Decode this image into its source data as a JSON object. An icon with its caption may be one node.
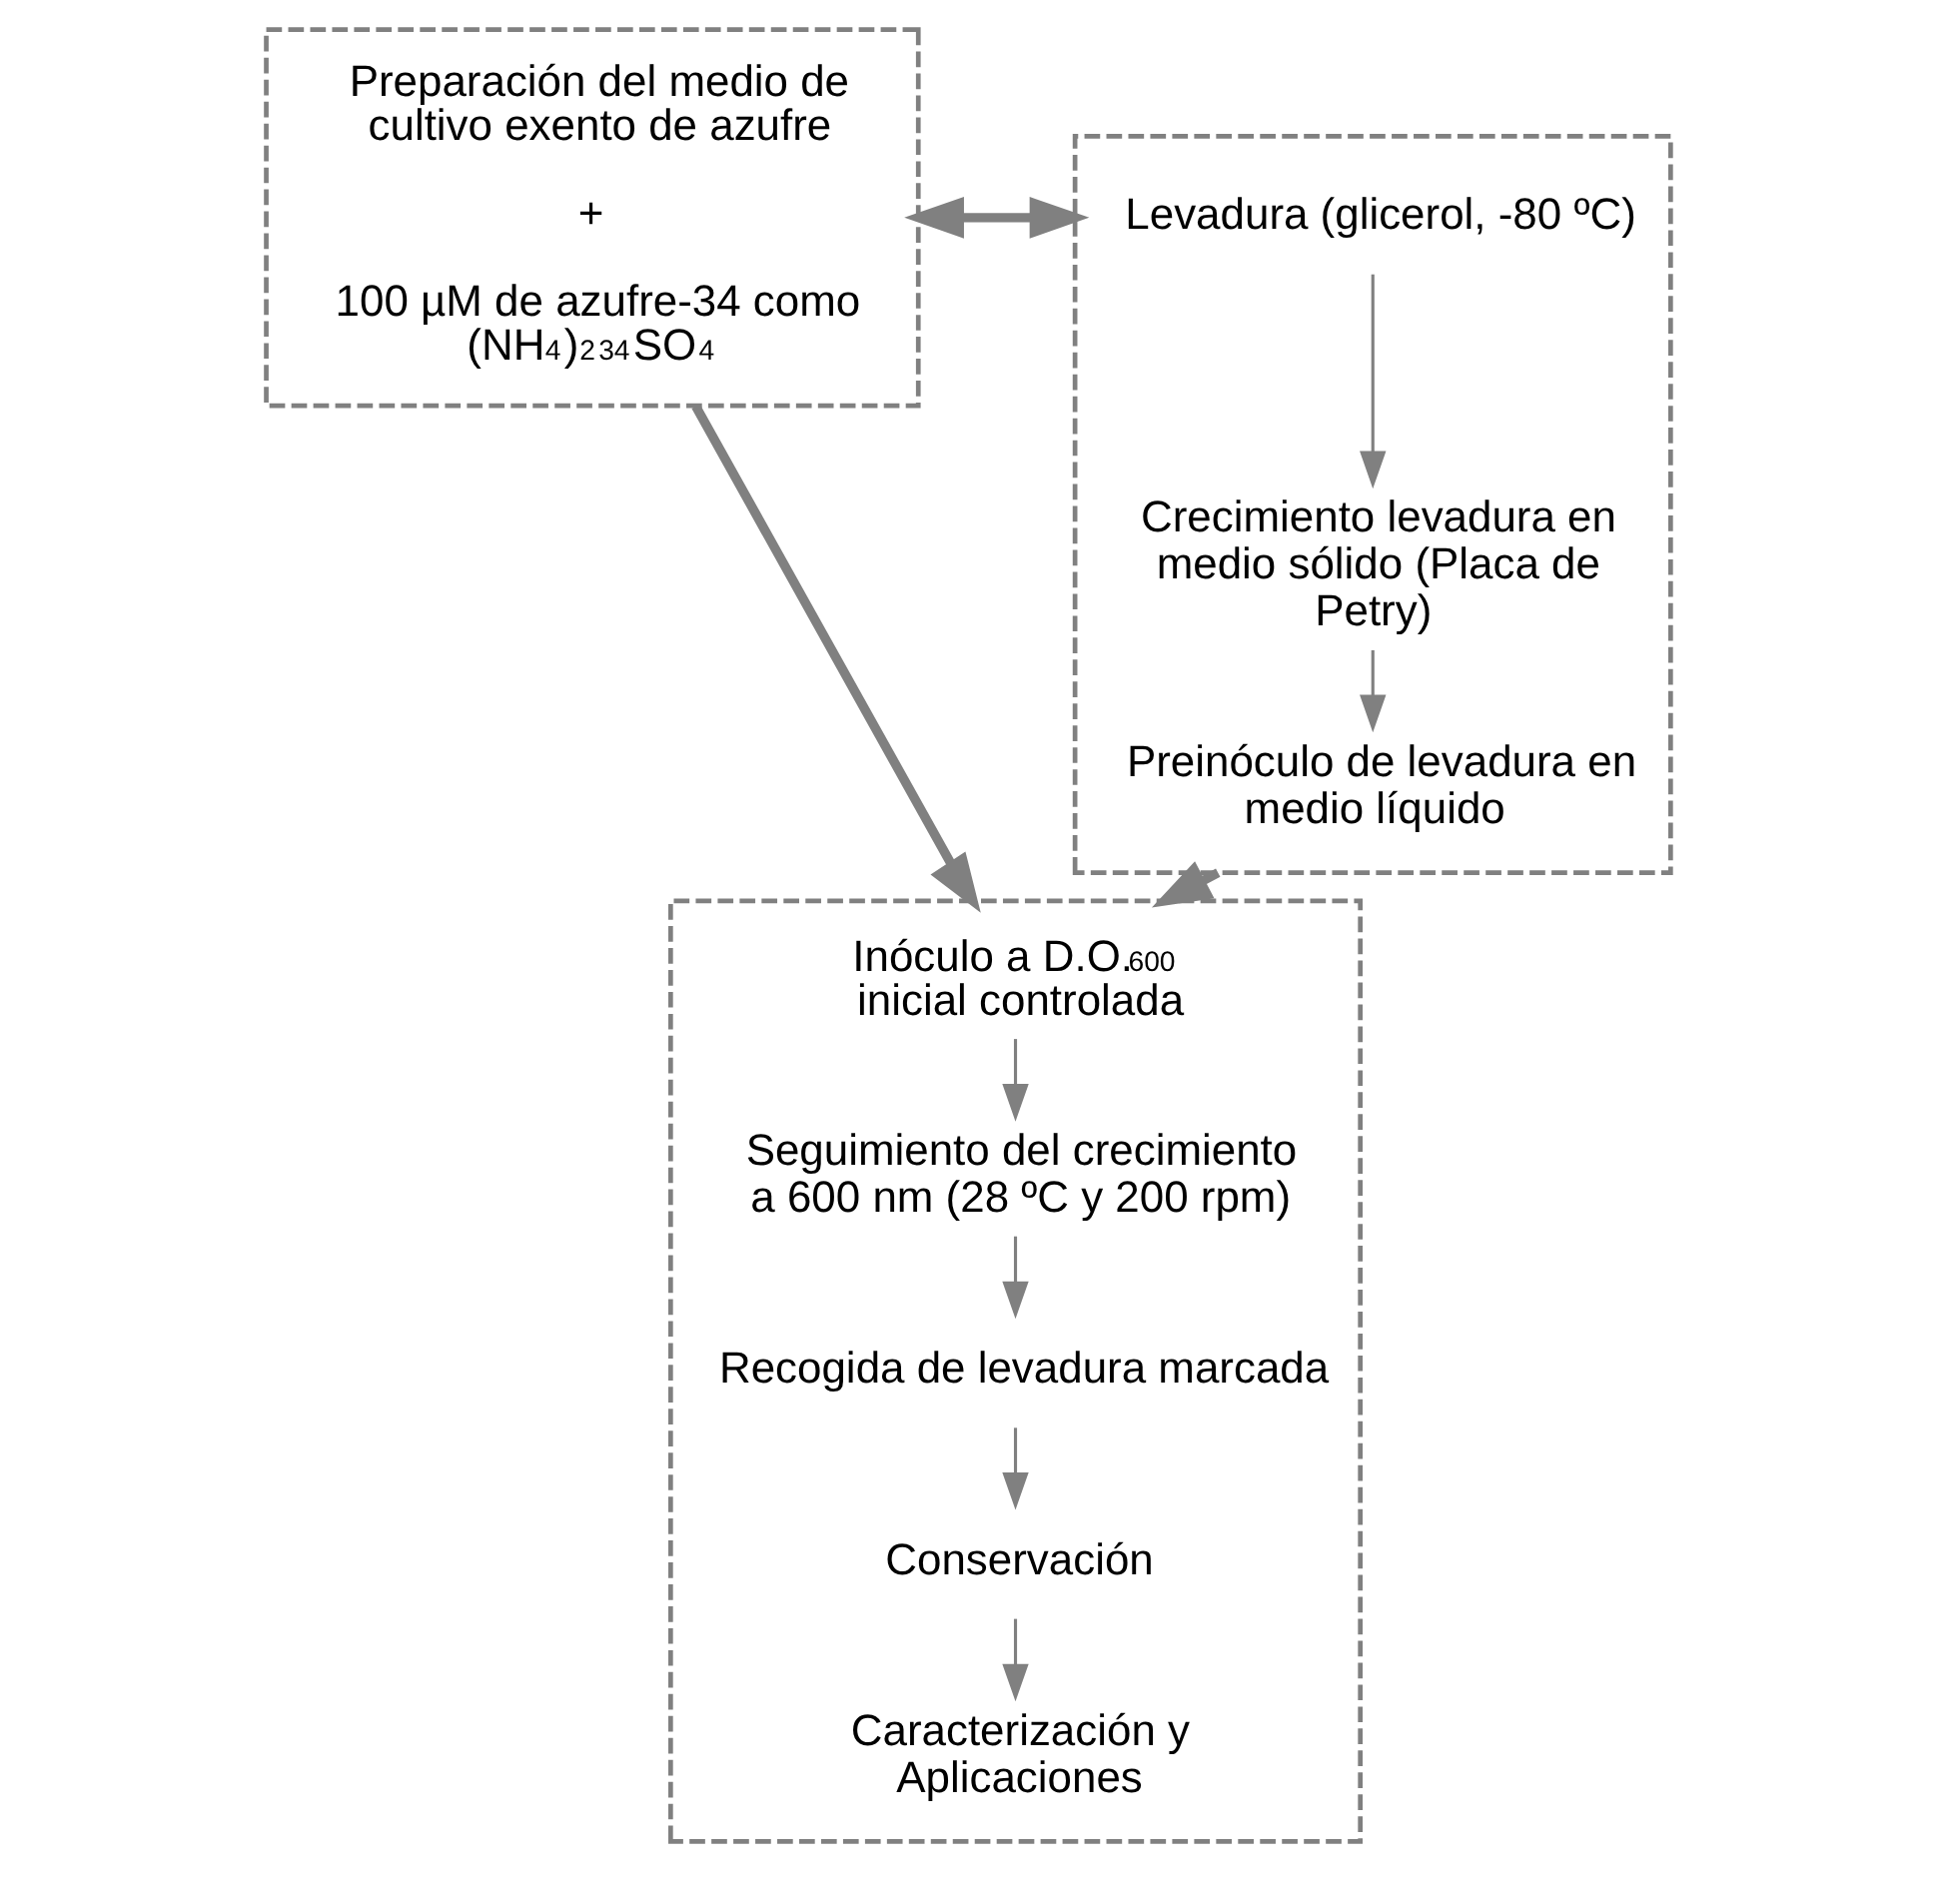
{
  "diagram": {
    "nodes": [
      {
        "text": [
          "Preparación del medio de cultivo exento de azufre",
          "+",
          "100 µM de azufre-34 como (NH$_{4}$)$_{2}$$^{34}$SO$_{4}$"
        ]
      },
      {
        "text": [],
        "shape": "box"
      },
      {
        "text": [
          "Levadura (glicerol, -80 ºC)"
        ],
        "in": 1
      },
      {
        "text": [
          "Crecimiento levadura en medio sólido (Placa de Petry)"
        ],
        "in": 1
      },
      {
        "text": [
          "Preinóculo de levadura en medio líquido"
        ],
        "in": 1
      },
      {
        "text": [],
        "shape": "box"
      },
      {
        "text": [
          "Inóculo a D.O.$_{600}$ inicial controlada"
        ],
        "in": 5
      },
      {
        "text": [
          "Seguimiento del crecimiento a 600 nm (28 ºC y 200 rpm)"
        ],
        "in": 5
      },
      {
        "text": [
          "Recogida de levadura marcada"
        ],
        "in": 5
      },
      {
        "text": [
          "Conservación"
        ],
        "in": 5
      },
      {
        "text": [
          "Caracterización y Aplicaciones"
        ],
        "in": 5
      }
    ],
    "edges": [
      {
        "from": 2,
        "to": 3,
        "arrow": "to"
      },
      {
        "from": 3,
        "to": 4,
        "arrow": "to"
      },
      {
        "from": 6,
        "to": 7,
        "arrow": "to"
      },
      {
        "from": 7,
        "to": 8,
        "arrow": "to"
      },
      {
        "from": 8,
        "to": 9,
        "arrow": "to"
      },
      {
        "from": 9,
        "to": 10,
        "arrow": "to"
      },
      {
        "from": 0,
        "to": 1,
        "arrow": "both",
        "style": "thick"
      },
      {
        "from": 0,
        "to": 5,
        "arrow": "to",
        "style": "thick"
      },
      {
        "from": 1,
        "to": 5,
        "arrow": "to",
        "style": "thick"
      }
    ]
  }
}
